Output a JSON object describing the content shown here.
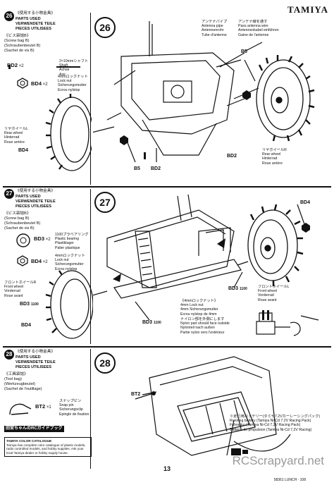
{
  "brand": "TAMIYA",
  "page_number": "13",
  "footer_code": "58361 LUNCH · 108",
  "watermark": "RCScrapyard.net",
  "step26": {
    "num": "26",
    "jp_header": "《使用する小物金具》",
    "parts_used": "PARTS USED",
    "de": "VERWENDETE TEILE",
    "fr": "PIECES UTILISEES",
    "bag_jp": "《ビス袋詰B》",
    "bag_en": "(Screw bag B)",
    "bag_de": "(Schraubenbeutel B)",
    "bag_fr": "(Sachet de vis B)",
    "bd2_code": "BD2",
    "bd2_qty": "×2",
    "bd2_jp": "2×10mmシャフト",
    "bd2_en": "Shaft",
    "bd2_de": "Achse",
    "bd2_fr": "Axe",
    "bd4_code": "BD4",
    "bd4_qty": "×2",
    "bd4_jp": "4mmロックナット",
    "bd4_en": "Lock nut",
    "bd4_de": "Sicherungsmutter",
    "bd4_fr": "Ecrou nylstop",
    "antenna_jp": "アンテナパイプ",
    "antenna_en": "Antenna pipe",
    "antenna_de": "Antennenrohr",
    "antenna_fr": "Tube d'antenne",
    "antenna2_jp": "アンテナ線を通す",
    "antenna2_en": "Pass antenna wire",
    "antenna2_de": "Antennenkabel einführen",
    "antenna2_fr": "Gaine de l'antenne",
    "wheel_l_jp": "リヤホイールL",
    "wheel_l_en": "Rear wheel",
    "wheel_l_de": "Hinterrad",
    "wheel_l_fr": "Roue arrière",
    "wheel_r_jp": "リヤホイールR",
    "wheel_r_en": "Rear wheel",
    "wheel_r_de": "Hinterrad",
    "wheel_r_fr": "Roue arrière",
    "lbl_b5_top": "B5",
    "lbl_b5_bot": "B5",
    "lbl_bd2_a": "BD2",
    "lbl_bd2_b": "BD2",
    "lbl_bd2_c": "BD2",
    "lbl_bd4_a": "BD4",
    "lbl_bd4_b": "BD4"
  },
  "step27": {
    "num": "27",
    "jp_header": "《使用する小物金具》",
    "parts_used": "PARTS USED",
    "de": "VERWENDETE TEILE",
    "fr": "PIECES UTILISEES",
    "bag_jp": "《ビス袋詰B》",
    "bag_en": "(Screw bag B)",
    "bag_de": "(Schraubenbeutel B)",
    "bag_fr": "(Sachet de vis B)",
    "bd3_code": "BD3",
    "bd3_qty": "×2",
    "bd3_jp": "1100プラベアリング",
    "bd3_en": "Plastic bearing",
    "bd3_de": "Plastiklager",
    "bd3_fr": "Palier plastique",
    "bd4_code": "BD4",
    "bd4_qty": "×2",
    "bd4_jp": "4mmロックナット",
    "bd4_en": "Lock nut",
    "bd4_de": "Sicherungsmutter",
    "bd4_fr": "Ecrou nylstop",
    "front_l_jp": "フロントホイールR",
    "front_l_en": "Front wheel",
    "front_l_de": "Vorderrad",
    "front_l_fr": "Roue avant",
    "front_r_jp": "フロントホイールL",
    "front_r_en": "Front wheel",
    "front_r_de": "Vorderrad",
    "front_r_fr": "Roue avant",
    "locknut_jp": "《4mmロックナット》",
    "locknut_en": "4mm Lock nut",
    "locknut_de": "4mm Sicherungsmutter",
    "locknut_fr": "Ecrou nylstop de 4mm",
    "note_jp": "ナイロン部を外側にします",
    "note_en": "Nylon part should face outside",
    "note_de": "Nylonteil nach außen",
    "note_fr": "Partie nylon vers l'extérieur",
    "lbl_bd4_tr": "BD4",
    "lbl_bd3_l": "BD3",
    "lbl_bd4_bl": "BD4",
    "lbl_bd3_m": "BD3",
    "lbl_bd3_r": "BD3",
    "lbl_1100_a": "1100",
    "lbl_1100_b": "1100",
    "lbl_1100_c": "1100"
  },
  "step28": {
    "num": "28",
    "jp_header": "《使用する小物金具》",
    "parts_used": "PARTS USED",
    "de": "VERWENDETE TEILE",
    "fr": "PIECES UTILISEES",
    "bag_jp": "《工具袋詰》",
    "bag_en": "(Tool bag)",
    "bag_de": "(Werkzeugbeutel)",
    "bag_fr": "(Sachet de l'outillage)",
    "bt2_code": "BT2",
    "bt2_qty": "×1",
    "bt2_jp": "スナップピン",
    "bt2_en": "Snap pin",
    "bt2_de": "Sicherungsclip",
    "bt2_fr": "Epingle de fixation",
    "guide_jp": "田宮ちゃんのRCガイドブック",
    "battery_jp": "※走行用バッテリー(タミヤ7.2Vカーレーシングパック)",
    "battery_en": "Running battery (Tamiya Ni-Cd 7.2V Racing Pack)",
    "battery_de": "Fahrakku (Tamiya Ni-Cd 7,2V Racing Pack)",
    "battery_fr": "Batterie de propulsion (Tamiya Ni-Cd 7,2V Racing)",
    "lbl_bt2": "BT2",
    "color_title": "TAMIYA COLOR CATALOGUE",
    "color_text": "Tamiya has complete color catalogue of plastic models, radio controlled models, and hobby supplies. Ask your local Tamiya dealer or hobby supply house."
  }
}
